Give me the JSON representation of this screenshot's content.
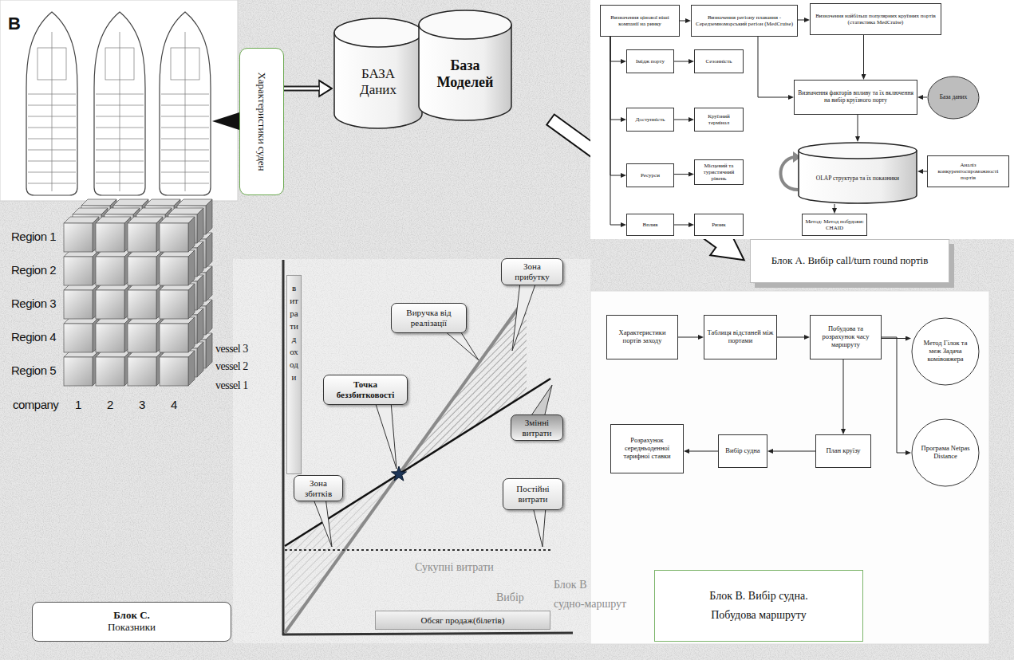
{
  "diagram": {
    "nodes": [
      {
        "text": [
          "Характеристики суден"
        ]
      },
      {
        "text": [
          "БАЗА Даних"
        ]
      },
      {
        "text": [
          "База Моделей"
        ]
      },
      {
        "text": [
          "Визначення цінової ніші компанії на ринку"
        ]
      },
      {
        "text": [
          "Визначення регіону плавання - Середземноморський регіон (MedCruise)"
        ]
      },
      {
        "text": [
          "Визначення найбільш популярних круїзних портів (статистика MedCruise)"
        ]
      },
      {
        "text": [
          "Імідж порту"
        ]
      },
      {
        "text": [
          "Доступність"
        ]
      },
      {
        "text": [
          "Ресурси"
        ]
      },
      {
        "text": [
          "Вплив"
        ]
      },
      {
        "text": [
          "Сезонність"
        ]
      },
      {
        "text": [
          "Круїзний термінал"
        ]
      },
      {
        "text": [
          "Місцевий та туристичний рівень"
        ]
      },
      {
        "text": [
          "Ризик"
        ]
      },
      {
        "text": [
          "Визначення факторів впливу та їх включення на вибір круїзного порту"
        ]
      },
      {
        "text": [
          "База даних"
        ]
      },
      {
        "text": [
          "Аналіз конкурентоспроможності портів"
        ]
      },
      {
        "text": [
          "OLAP структура та їх показники"
        ]
      },
      {
        "text": [
          "Метод: Метод побудови: CHAID"
        ]
      },
      {
        "text": [
          "Блок А. Вибір call/turn round портів"
        ]
      },
      {
        "text": [
          "Характеристики портів заходу"
        ]
      },
      {
        "text": [
          "Таблиця відстаней між портами"
        ]
      },
      {
        "text": [
          "Побудова та розрахунок часу маршруту"
        ]
      },
      {
        "text": [
          "Метод Гілок та меж Задача комівояжера"
        ]
      },
      {
        "text": [
          "Програма Netpas Distance"
        ]
      },
      {
        "text": [
          "План круїзу"
        ]
      },
      {
        "text": [
          "Вибір судна"
        ]
      },
      {
        "text": [
          "Розрахунок середньоденної тарифної ставки"
        ]
      },
      {
        "text": [
          "Блок В. Вибір судна.",
          "Побудова маршруту"
        ]
      },
      {
        "text": [
          "Виручка від реалізації"
        ]
      },
      {
        "text": [
          "Зона прибутку"
        ]
      },
      {
        "text": [
          "Точка беззбитковості"
        ]
      },
      {
        "text": [
          "Змінні витрати"
        ]
      },
      {
        "text": [
          "Постійні витрати"
        ]
      },
      {
        "text": [
          "Зона збитків"
        ]
      },
      {
        "text": [
          "витрати доходи"
        ]
      },
      {
        "text": [
          "Обсяг продаж(білетів)"
        ]
      },
      {
        "text": [
          "Блок С.",
          "Показники"
        ]
      }
    ],
    "edges": [
      {
        "from": 0,
        "to": 1,
        "arrow": "to"
      },
      {
        "from": 3,
        "to": 4,
        "arrow": "to"
      },
      {
        "from": 4,
        "to": 5,
        "arrow": "to"
      },
      {
        "from": 3,
        "to": 6,
        "arrow": "to"
      },
      {
        "from": 3,
        "to": 7,
        "arrow": "to"
      },
      {
        "from": 3,
        "to": 8,
        "arrow": "to"
      },
      {
        "from": 3,
        "to": 9,
        "arrow": "to"
      },
      {
        "from": 6,
        "to": 10,
        "arrow": "to"
      },
      {
        "from": 7,
        "to": 11,
        "arrow": "to"
      },
      {
        "from": 8,
        "to": 12,
        "arrow": "to"
      },
      {
        "from": 9,
        "to": 13,
        "arrow": "to"
      },
      {
        "from": 4,
        "to": 14,
        "arrow": "to"
      },
      {
        "from": 5,
        "to": 14,
        "arrow": "to"
      },
      {
        "from": 15,
        "to": 14,
        "arrow": "to"
      },
      {
        "from": 14,
        "to": 17,
        "arrow": "to"
      },
      {
        "from": 16,
        "to": 17,
        "arrow": "to"
      },
      {
        "from": 17,
        "to": 18,
        "arrow": "to"
      },
      {
        "from": 20,
        "to": 21,
        "arrow": "to"
      },
      {
        "from": 21,
        "to": 22,
        "arrow": "to"
      },
      {
        "from": 22,
        "to": 23,
        "arrow": "to"
      },
      {
        "from": 22,
        "to": 24,
        "arrow": "to"
      },
      {
        "from": 22,
        "to": 25,
        "arrow": "to"
      },
      {
        "from": 25,
        "to": 26,
        "arrow": "to"
      },
      {
        "from": 26,
        "to": 27,
        "arrow": "to"
      }
    ],
    "labels": [
      "B",
      "Region 1",
      "Region 2",
      "Region 3",
      "Region 4",
      "Region 5",
      "company",
      "1",
      "2",
      "3",
      "4",
      "vessel 3",
      "vessel 2",
      "vessel 1",
      "Сукупні витрати",
      "Вибір",
      "Блок В",
      "судно-маршрут"
    ]
  }
}
